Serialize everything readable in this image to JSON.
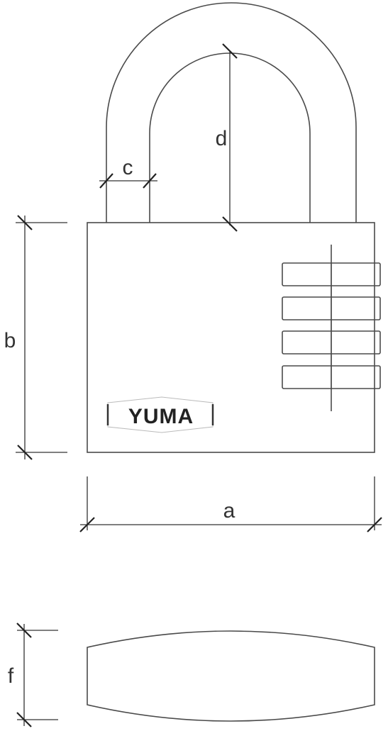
{
  "diagram": {
    "brand_logo": "YUMA",
    "dimension_labels": {
      "a": "a",
      "b": "b",
      "c": "c",
      "d": "d",
      "f": "f"
    },
    "colors": {
      "line": "#4a4a4a",
      "dimension_line": "#333333",
      "background": "#ffffff"
    }
  }
}
